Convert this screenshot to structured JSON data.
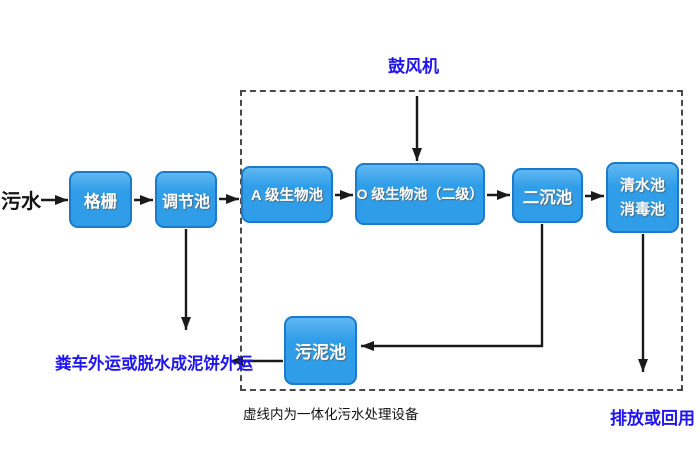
{
  "diagram": {
    "type": "flowchart",
    "subject": "integrated wastewater treatment process",
    "source_label": "污水",
    "blower_label": "鼓风机",
    "sludge_disposal_label": "粪车外运或脱水成泥饼外运",
    "discharge_label": "排放或回用",
    "boundary_caption": "虚线内为一体化污水处理设备",
    "nodes": [
      {
        "id": "grille",
        "label": "格栅"
      },
      {
        "id": "regulating-tank",
        "label": "调节池"
      },
      {
        "id": "a-bio-tank",
        "label": "A 级生物池"
      },
      {
        "id": "o-bio-tank",
        "label": "O 级生物池（二级）"
      },
      {
        "id": "secondary-sedimentation-tank",
        "label": "二沉池"
      },
      {
        "id": "clear-water-tank",
        "label": "清水池",
        "label2": "消毒池"
      },
      {
        "id": "sludge-tank",
        "label": "污泥池"
      }
    ],
    "edges": [
      "污水 → 格栅",
      "格栅 → 调节池",
      "调节池 → A 级生物池",
      "A 级生物池 → O 级生物池（二级）",
      "O 级生物池（二级） → 二沉池",
      "二沉池 → 清水池/消毒池",
      "鼓风机 → O 级生物池（二级）",
      "调节池 → 粪车外运或脱水成泥饼外运",
      "二沉池 → 污泥池",
      "污泥池 → 粪车外运或脱水成泥饼外运",
      "清水池/消毒池 → 排放或回用"
    ],
    "colors": {
      "box_fill": "#2f9de8",
      "box_fill_top": "#5fb8f2",
      "box_border": "#1b7ac9",
      "box_text": "#ffffff",
      "accent_text_blue": "#1f16ee",
      "arrow_black": "#1a1a1a",
      "dashed_border": "#4a4a4a"
    }
  }
}
